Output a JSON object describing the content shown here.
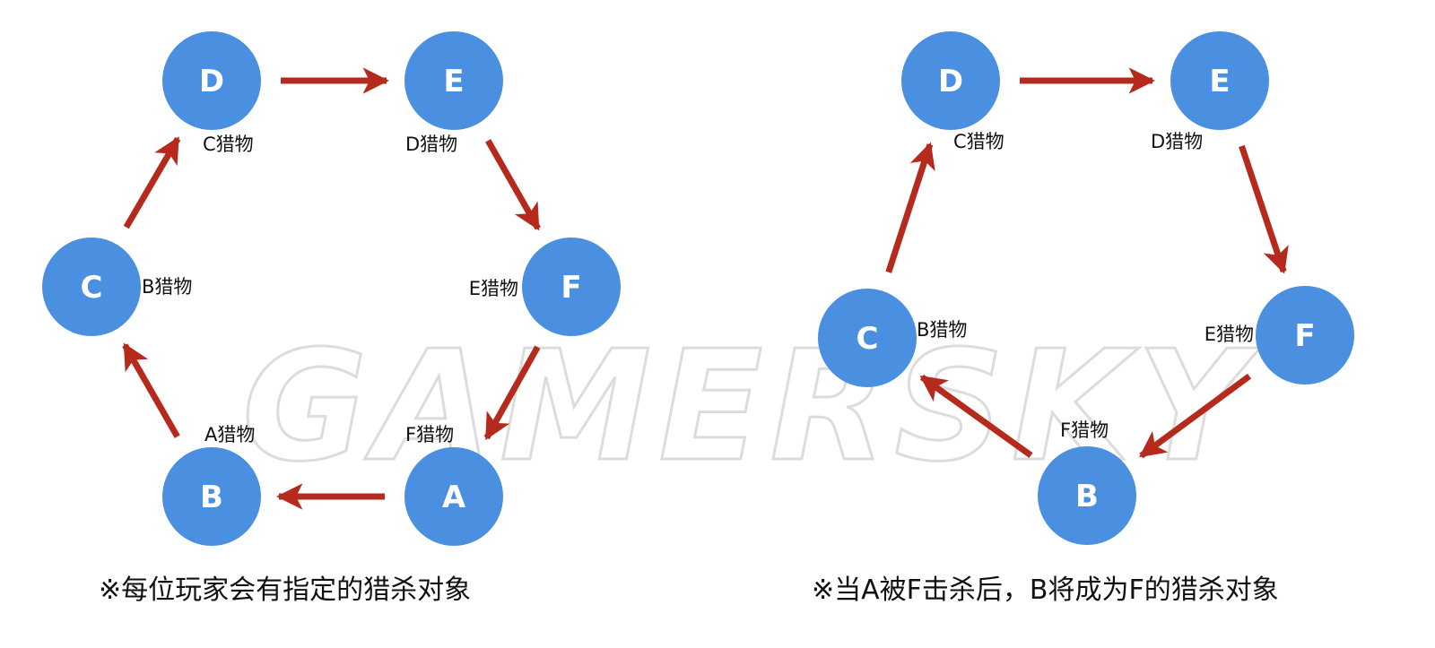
{
  "watermark": "GAMERSKY",
  "colors": {
    "node": "#4a8fe0",
    "arrow": "#b52a1c",
    "text": "#111111"
  },
  "diagrams": [
    {
      "caption": "※每位玩家会有指定的猎杀对象",
      "nodes": [
        {
          "id": "D",
          "letter": "D",
          "label": "C猎物"
        },
        {
          "id": "E",
          "letter": "E",
          "label": "D猎物"
        },
        {
          "id": "F",
          "letter": "F",
          "label": "E猎物"
        },
        {
          "id": "A",
          "letter": "A",
          "label": "F猎物"
        },
        {
          "id": "B",
          "letter": "B",
          "label": "A猎物"
        },
        {
          "id": "C",
          "letter": "C",
          "label": "B猎物"
        }
      ],
      "edges": [
        [
          "D",
          "E"
        ],
        [
          "E",
          "F"
        ],
        [
          "F",
          "A"
        ],
        [
          "A",
          "B"
        ],
        [
          "B",
          "C"
        ],
        [
          "C",
          "D"
        ]
      ]
    },
    {
      "caption": "※当A被F击杀后，B将成为F的猎杀对象",
      "nodes": [
        {
          "id": "D",
          "letter": "D",
          "label": "C猎物"
        },
        {
          "id": "E",
          "letter": "E",
          "label": "D猎物"
        },
        {
          "id": "F",
          "letter": "F",
          "label": "E猎物"
        },
        {
          "id": "B",
          "letter": "B",
          "label": "F猎物"
        },
        {
          "id": "C",
          "letter": "C",
          "label": "B猎物"
        }
      ],
      "edges": [
        [
          "D",
          "E"
        ],
        [
          "E",
          "F"
        ],
        [
          "F",
          "B"
        ],
        [
          "B",
          "C"
        ],
        [
          "C",
          "D"
        ]
      ]
    }
  ]
}
